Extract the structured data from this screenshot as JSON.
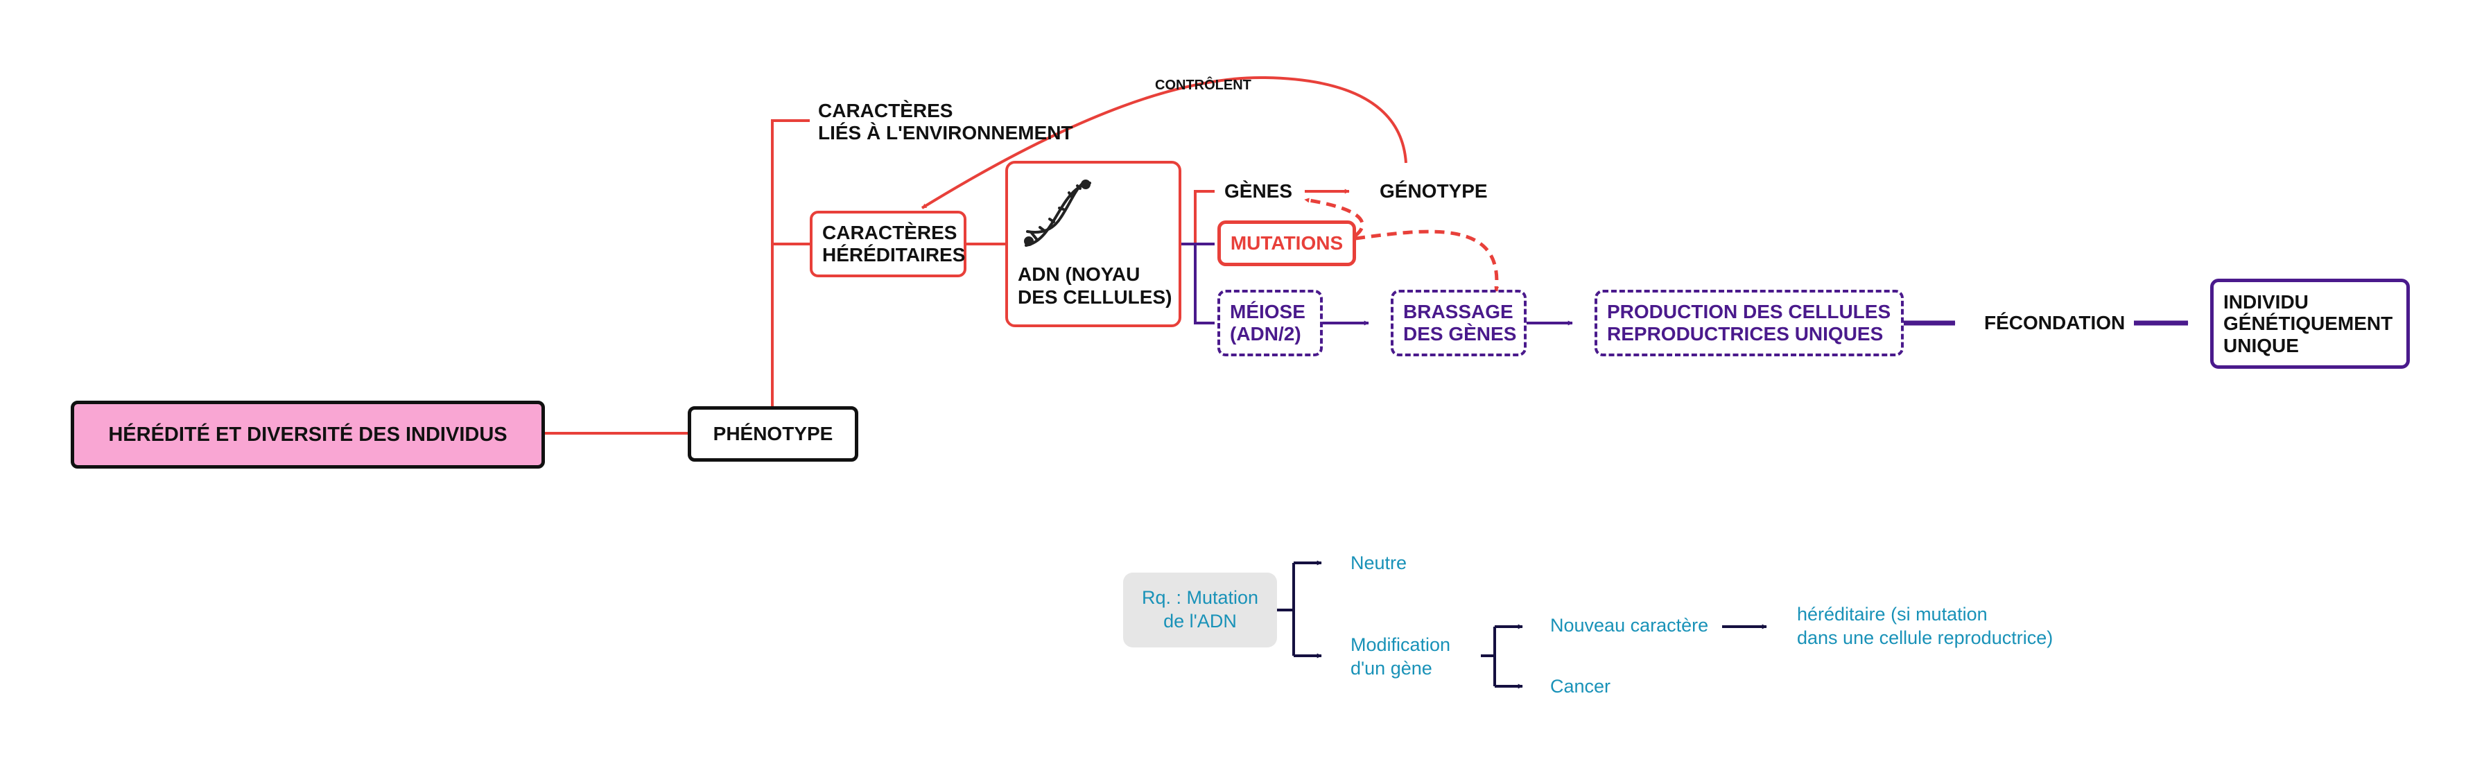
{
  "root": "Hérédité et diversité des individus",
  "phenotype": "Phénotype",
  "env_chars": {
    "line1": "Caractères",
    "line2": "liés à l'environnement"
  },
  "hered_chars": {
    "line1": "Caractères",
    "line2": "héréditaires"
  },
  "controlent": "Contrôlent",
  "adn": {
    "line1": "ADN (noyau",
    "line2": "des cellules)"
  },
  "genes": "Gènes",
  "genotype": "Génotype",
  "mutations": "Mutations",
  "meiose": {
    "line1": "Méiose",
    "line2": "(ADN/2)"
  },
  "brassage": {
    "line1": "Brassage",
    "line2": "des gènes"
  },
  "production": {
    "line1": "Production des cellules",
    "line2": "reproductrices uniques"
  },
  "fecondation": "Fécondation",
  "individu": {
    "line1": "Individu",
    "line2": "génétiquement",
    "line3": "unique"
  },
  "remark": {
    "box": {
      "line1": "Rq. : Mutation",
      "line2": "de l'ADN"
    },
    "neutre": "Neutre",
    "modification": {
      "line1": "Modification",
      "line2": "d'un gène"
    },
    "nouveau": "Nouveau caractère",
    "hereditaire": {
      "line1": "héréditaire (si mutation",
      "line2": "dans une cellule reproductrice)"
    },
    "cancer": "Cancer"
  },
  "colors": {
    "red": "#e8403a",
    "purple": "#4a1a8c",
    "navy": "#151040",
    "cyan": "#1992b8",
    "pink": "#f9a6d3",
    "gray": "#e6e6e6"
  }
}
